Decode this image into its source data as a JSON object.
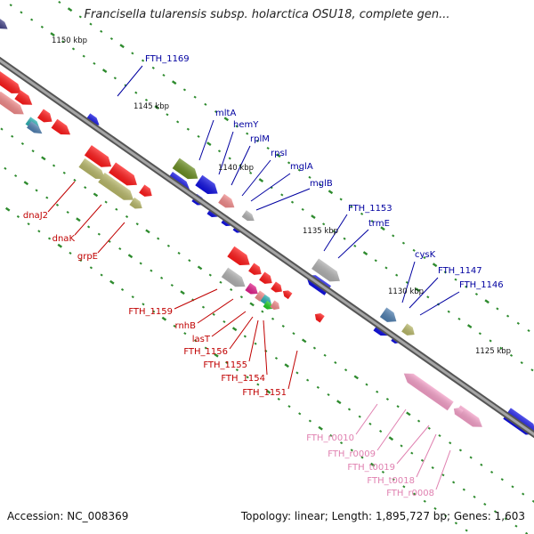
{
  "title": "Francisella tularensis subsp. holarctica OSU18, complete gen...",
  "footer": {
    "accession": "Accession: NC_008369",
    "summary": "Topology: linear; Length: 1,895,727 bp; Genes: 1,603"
  },
  "colors": {
    "backbone": "#7f7f7f",
    "tick": "#2e8b2e",
    "gene_red": "#ff1a1a",
    "gene_salmon": "#f08a8a",
    "gene_blue": "#1010e0",
    "gene_olive": "#b8b86a",
    "gene_darkolive": "#6b8e23",
    "gene_gray": "#b0b0b0",
    "gene_pink": "#f4a0c8",
    "gene_steel": "#4f7fb0",
    "gene_teal": "#2aaeb0",
    "gene_magenta": "#e0208a",
    "gene_green": "#22cc22",
    "gene_purple": "#444488",
    "label_blue": "#0000a0",
    "label_red": "#c00000",
    "label_pink": "#e080b0"
  },
  "scale_labels": [
    "1150 kbp",
    "1145 kbp",
    "1140 kbp",
    "1135 kbp",
    "1130 kbp",
    "1125 kbp"
  ],
  "gene_labels_top": [
    "FTH_1169",
    "mltA",
    "hemY",
    "rplM",
    "rpsI",
    "mglA",
    "mglB",
    "FTH_1153",
    "trmE",
    "cysK",
    "FTH_1147",
    "FTH_1146"
  ],
  "gene_labels_bottom": [
    "dnaJ2",
    "dnaK",
    "grpE",
    "FTH_1159",
    "rnhB",
    "lasT",
    "FTH_1156",
    "FTH_1155",
    "FTH_1154",
    "FTH_1151"
  ],
  "gene_labels_rna": [
    "FTH_r0010",
    "FTH_r0009",
    "FTH_t0019",
    "FTH_t0018",
    "FTH_r0008"
  ]
}
